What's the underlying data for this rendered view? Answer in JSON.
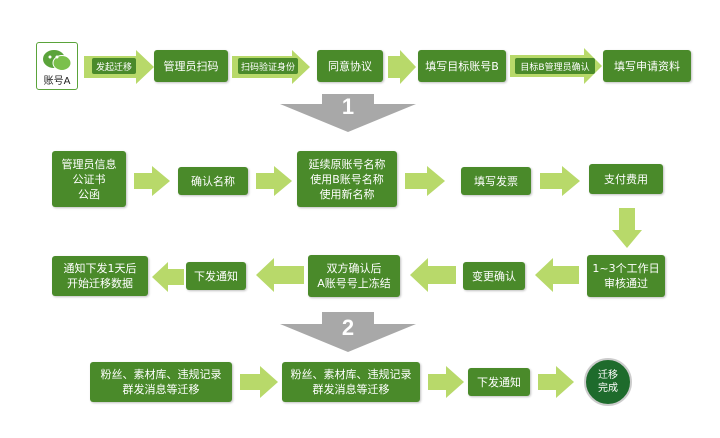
{
  "row1": {
    "account": "账号A",
    "label1": "发起迁移",
    "box1": "管理员扫码",
    "label2": "扫码验证身份",
    "box2": "同意协议",
    "box3": "填写目标账号B",
    "label3": "目标B管理员确认",
    "box4": "填写申请资料"
  },
  "step1": "1",
  "row2": {
    "box1": "管理员信息\n公证书\n公函",
    "box2": "确认名称",
    "box3": "延续原账号名称\n使用B账号名称\n使用新名称",
    "box4": "填写发票",
    "box5": "支付费用"
  },
  "row3": {
    "box1": "通知下发1天后\n开始迁移数据",
    "box2": "下发通知",
    "box3": "双方确认后\nA账号号上冻结",
    "box4": "变更确认",
    "box5": "1~3个工作日\n审核通过"
  },
  "step2": "2",
  "row4": {
    "box1": "粉丝、素材库、违规记录\n群发消息等迁移",
    "box2": "粉丝、素材库、违规记录\n群发消息等迁移",
    "box3": "下发通知",
    "done": "迁移\n完成"
  },
  "colors": {
    "box": "#4a8a2a",
    "arrow": "#b8d96a",
    "step_arrow": "#a8a8a8",
    "done": "#1e6b2c"
  }
}
